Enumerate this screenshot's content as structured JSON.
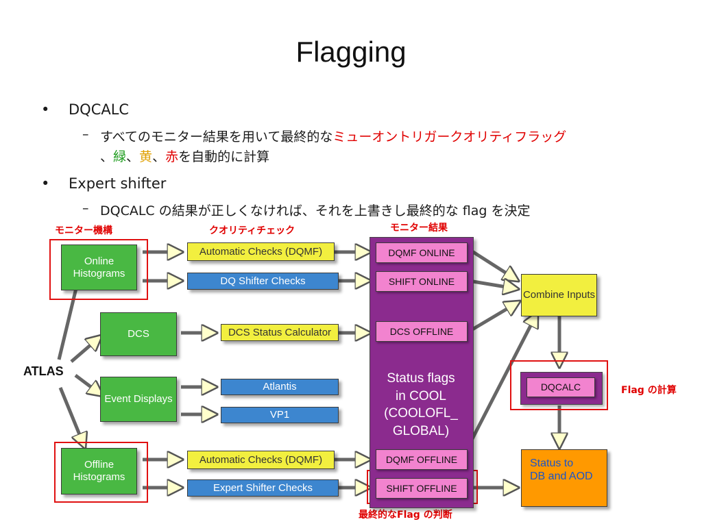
{
  "slide": {
    "title": "Flagging",
    "bullets": [
      {
        "text": "DQCALC",
        "sub": {
          "part1": "すべてのモニター結果を用いて最終的な",
          "highlight": "ミューオントリガークオリティフラッグ",
          "line2_prefix": "、",
          "green": "緑",
          "sep1": "、",
          "yellow": "黄",
          "sep2": "、",
          "red": "赤",
          "line2_suffix": "を自動的に計算"
        }
      },
      {
        "text": "Expert shifter",
        "sub": {
          "text": "DQCALC の結果が正しくなければ、それを上書きし最終的な flag を決定"
        }
      }
    ]
  },
  "diagram": {
    "annotations": {
      "monitor_system": "モニター機構",
      "quality_check": "クオリティチェック",
      "monitor_results": "モニター結果",
      "flag_calc": "Flag の計算",
      "final_flag": "最終的なFlag の判断"
    },
    "atlas": "ATLAS",
    "sources": {
      "online_hist": "Online Histograms",
      "dcs": "DCS",
      "event_displays": "Event Displays",
      "offline_hist": "Offline Histograms"
    },
    "checks": {
      "auto_online": "Automatic Checks (DQMF)",
      "dq_shifter": "DQ Shifter Checks",
      "dcs_calc": "DCS Status Calculator",
      "atlantis": "Atlantis",
      "vp1": "VP1",
      "auto_offline": "Automatic Checks (DQMF)",
      "expert_shifter": "Expert Shifter Checks"
    },
    "flags": {
      "dqmf_online": "DQMF ONLINE",
      "shift_online": "SHIFT ONLINE",
      "dcs_offline": "DCS OFFLINE",
      "status_line1": "Status flags",
      "status_line2": "in COOL",
      "status_line3": "(COOLOFL_",
      "status_line4": "GLOBAL)",
      "dqmf_offline": "DQMF OFFLINE",
      "shift_offline": "SHIFT OFFLINE"
    },
    "combine": "Combine Inputs",
    "dqcalc": "DQCALC",
    "status_db_line1": "Status to",
    "status_db_line2": "DB and AOD"
  },
  "colors": {
    "green_box": "#49b843",
    "yellow_box": "#f2ef3f",
    "blue_box": "#3d86cf",
    "pink_box": "#f283cf",
    "purple": "#8b2b8e",
    "orange": "#ff9900",
    "annotation_red": "#e00000"
  }
}
